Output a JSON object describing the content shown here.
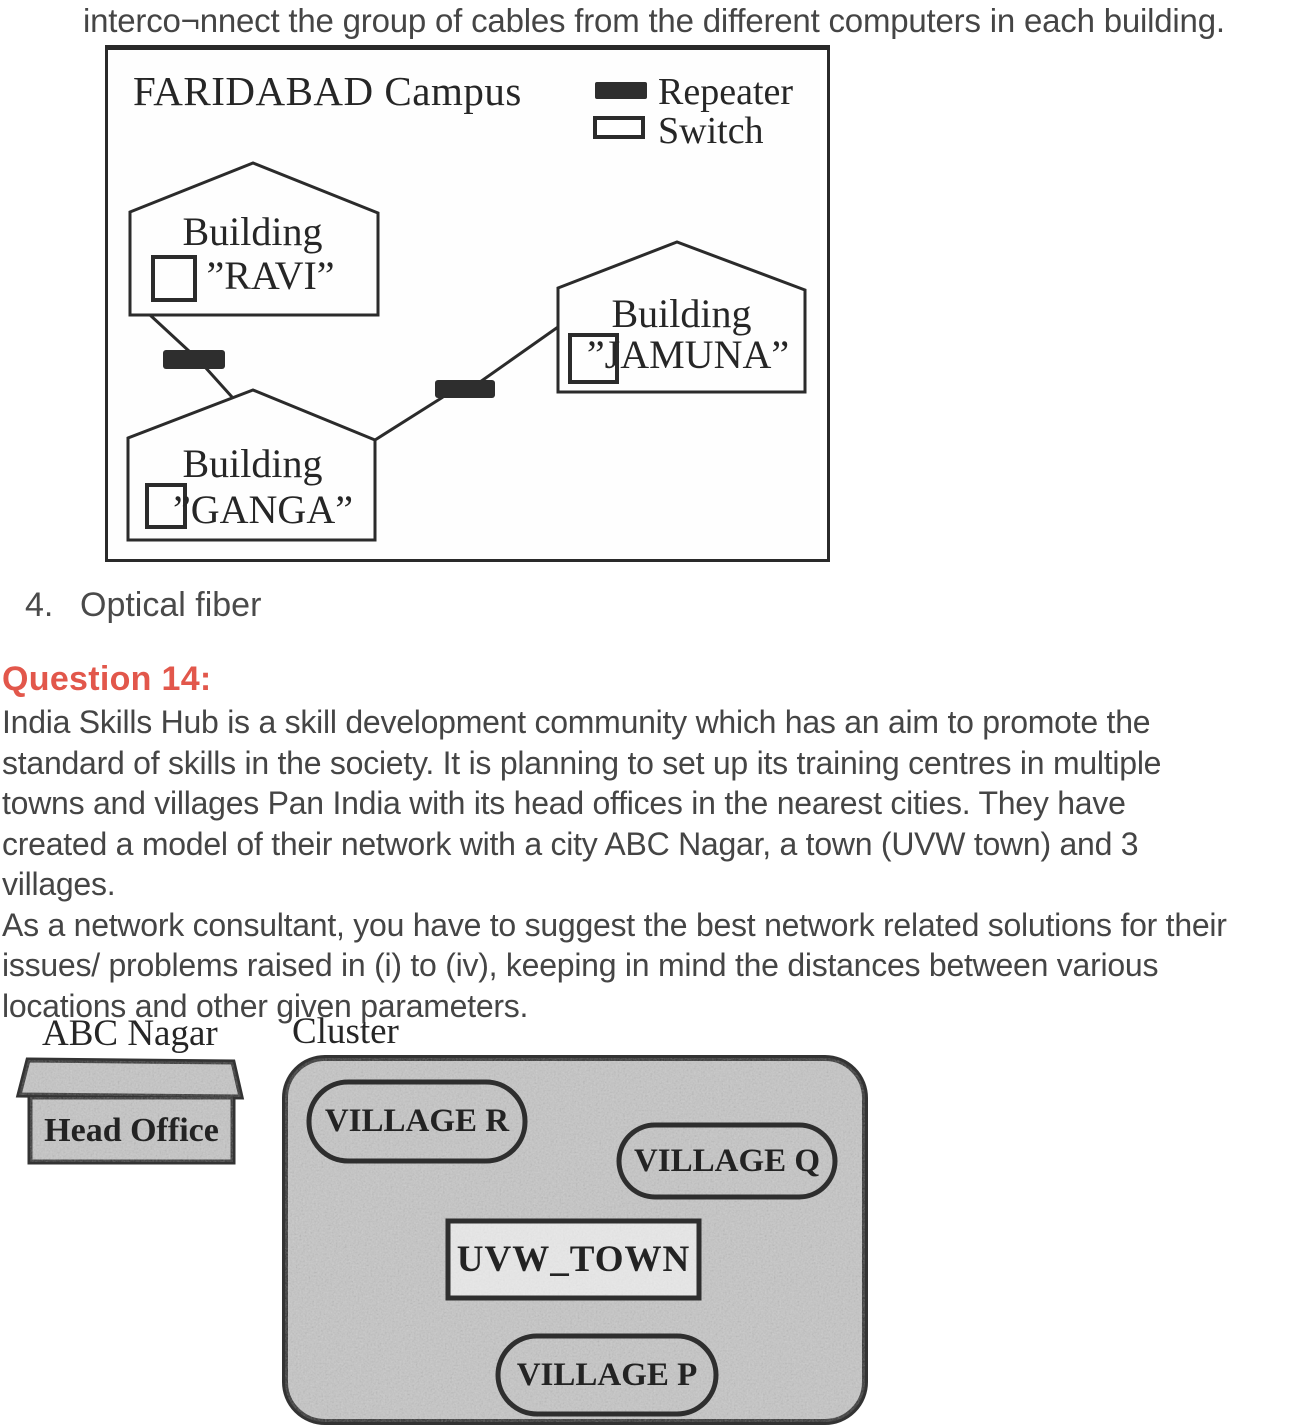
{
  "intro_line": "interco¬nnect the group of cables from the different computers in each building.",
  "option": {
    "number": "4.",
    "label": "Optical fiber"
  },
  "question": {
    "heading": "Question 14:"
  },
  "paragraph": "India Skills Hub is a skill development community which has an aim to promote the\nstandard of skills in the society. It is planning to set up its training centres in multiple\ntowns and villages Pan India with its head offices in the nearest cities. They have\ncreated a model of their network with a city ABC Nagar, a town (UVW town) and 3\nvillages.\nAs a network consultant, you have to suggest the best network related solutions for their\nissues/ problems raised in (i) to (iv), keeping in mind the distances between various\nlocations and other given parameters.",
  "campus": {
    "title": "FARIDABAD Campus",
    "legend": {
      "repeater": "Repeater",
      "switch": "Switch"
    },
    "buildings": {
      "ravi": {
        "line1": "Building",
        "line2": "”RAVI”"
      },
      "ganga": {
        "line1": "Building",
        "line2": "”GANGA”"
      },
      "jamuna": {
        "line1": "Building",
        "line2": "”JAMUNA”"
      }
    }
  },
  "network": {
    "city_label": "ABC Nagar",
    "cluster_label": "Cluster",
    "head_office": "Head Office",
    "village_r": "VILLAGE R",
    "village_q": "VILLAGE Q",
    "town": "UVW_TOWN",
    "village_p": "VILLAGE P"
  },
  "colors": {
    "question_heading": "#e2574b",
    "ink": "#2a2a2a",
    "body_text": "#454545",
    "texture_grey": "#c6c6c6"
  }
}
